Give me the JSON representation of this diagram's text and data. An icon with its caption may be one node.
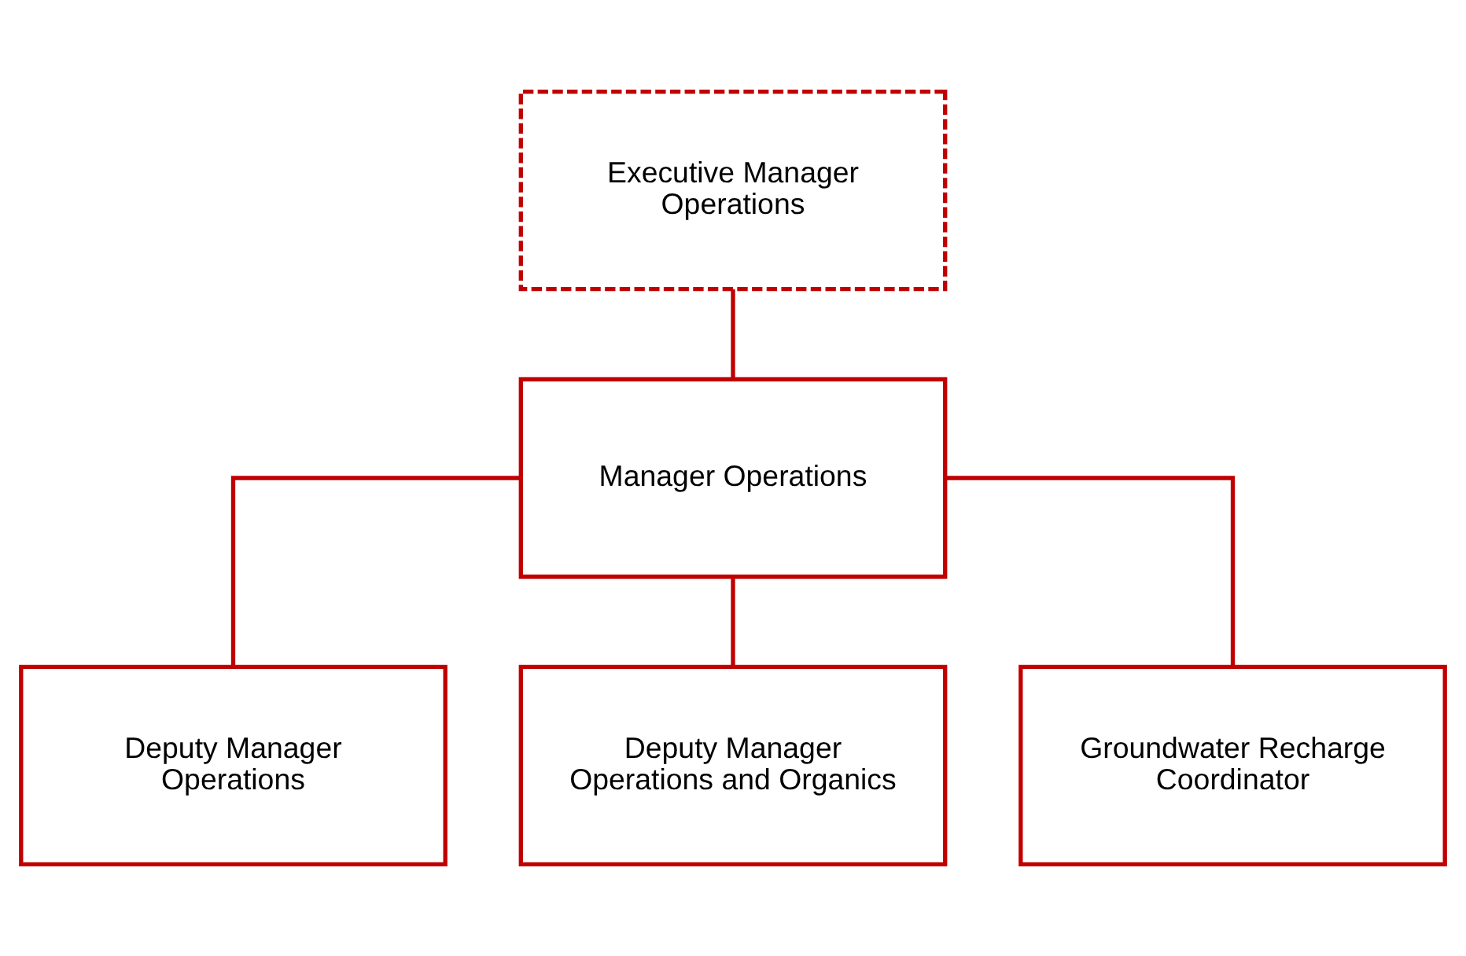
{
  "diagram": {
    "nodes": [
      {
        "text": [
          "Executive Manager Operations"
        ]
      },
      {
        "text": [
          "Manager Operations"
        ]
      },
      {
        "text": [
          "Deputy Manager Operations"
        ]
      },
      {
        "text": [
          "Deputy Manager Operations and Organics"
        ]
      },
      {
        "text": [
          "Groundwater Recharge Coordinator"
        ]
      }
    ],
    "edges": [
      {
        "from": 0,
        "to": 1,
        "arrow": "none"
      },
      {
        "from": 1,
        "to": 2,
        "arrow": "none"
      },
      {
        "from": 1,
        "to": 3,
        "arrow": "none"
      },
      {
        "from": 1,
        "to": 4,
        "arrow": "none"
      }
    ]
  }
}
